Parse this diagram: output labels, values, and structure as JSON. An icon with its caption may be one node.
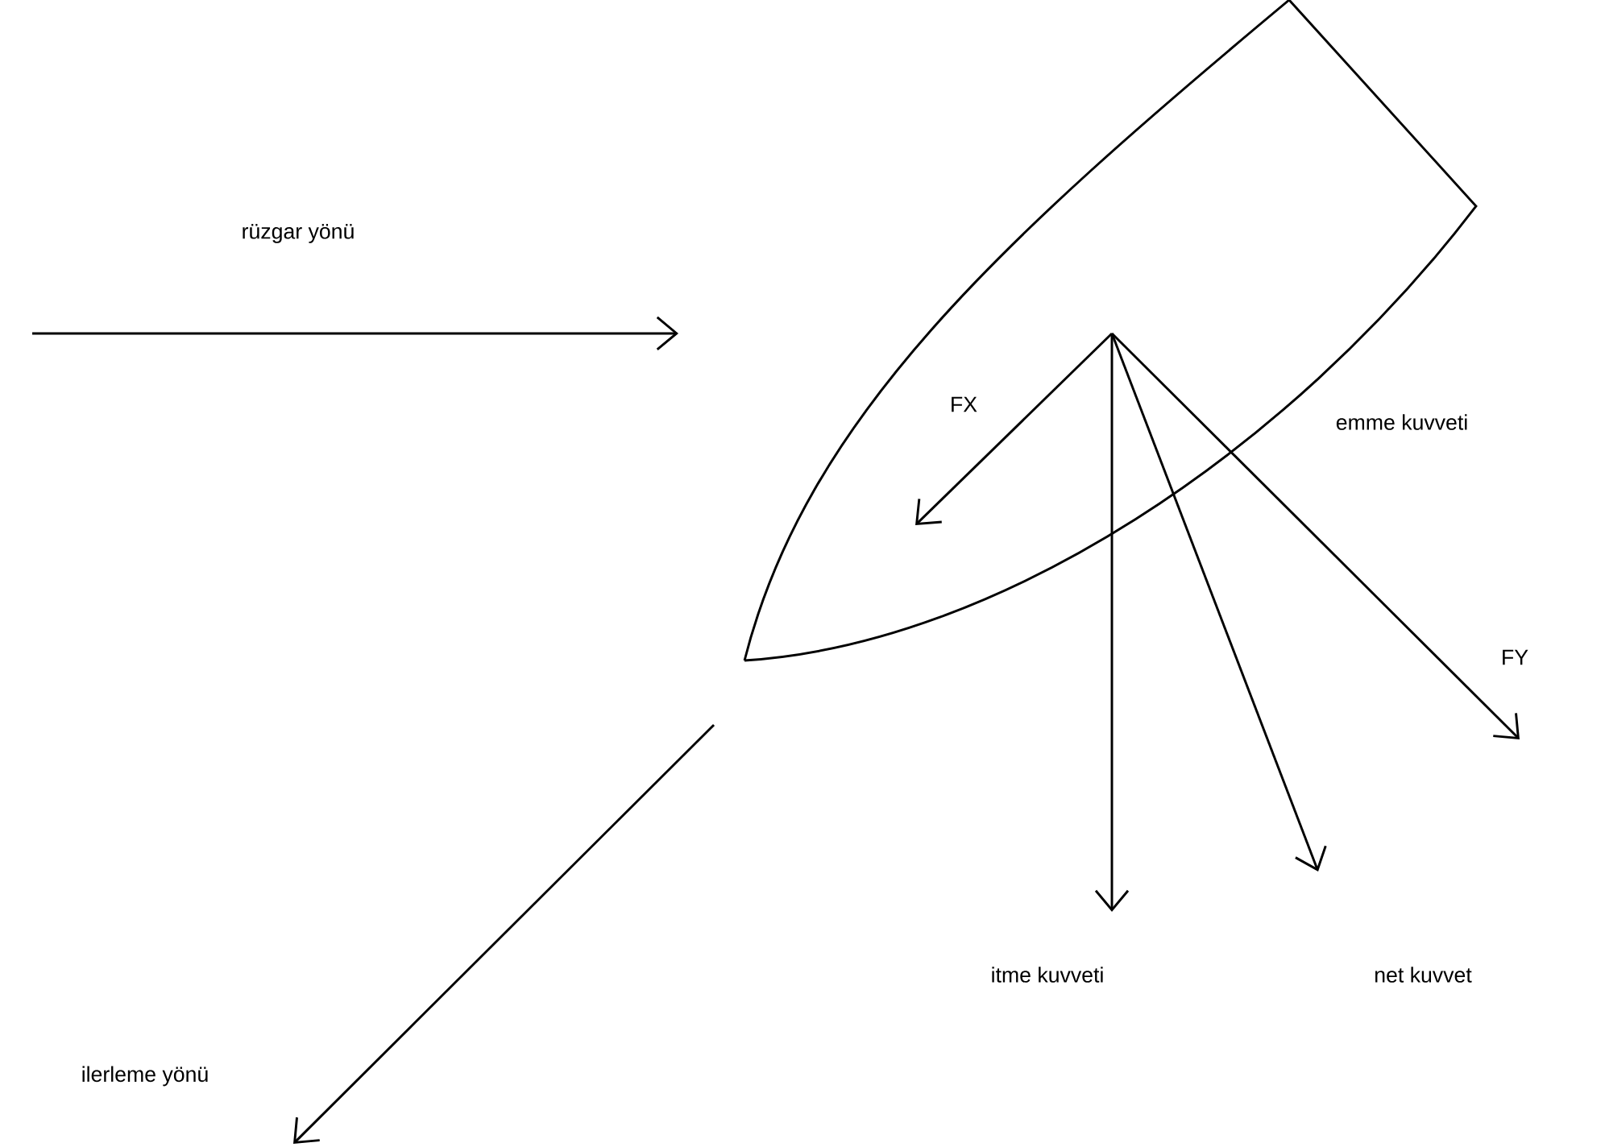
{
  "diagram": {
    "labels": [
      "rüzgar yönü",
      "FX",
      "emme kuvveti",
      "FY",
      "itme kuvveti",
      "net kuvvet",
      "ilerleme yönü"
    ]
  }
}
